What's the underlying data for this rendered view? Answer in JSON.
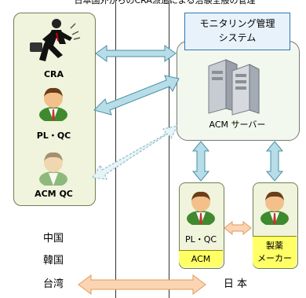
{
  "diagram": {
    "header": "日本国外からのCRA派遣による治験全般の管理",
    "left_panel": {
      "cra_label": "CRA",
      "plqc_label": "PL・QC",
      "acm_qc_label": "ACM QC"
    },
    "system_title_line1": "モニタリング管理",
    "system_title_line2": "システム",
    "server_label": "ACM サーバー",
    "acm_box": {
      "role_label": "PL・QC",
      "org_label": "ACM"
    },
    "pharma_box": {
      "role_label": "製薬",
      "org_label": "メーカー"
    },
    "countries": [
      "中国",
      "韓国",
      "台湾"
    ],
    "japan_label": "日 本"
  },
  "colors": {
    "arrow_fill": "#b7dde8",
    "arrow_stroke": "#4a8fa5",
    "orange_fill": "#fbd4b4",
    "orange_stroke": "#e29a5a",
    "yellow_label": "#ffff66",
    "person_head": "#f3c08b",
    "person_body_green": "#3f8a2f"
  }
}
